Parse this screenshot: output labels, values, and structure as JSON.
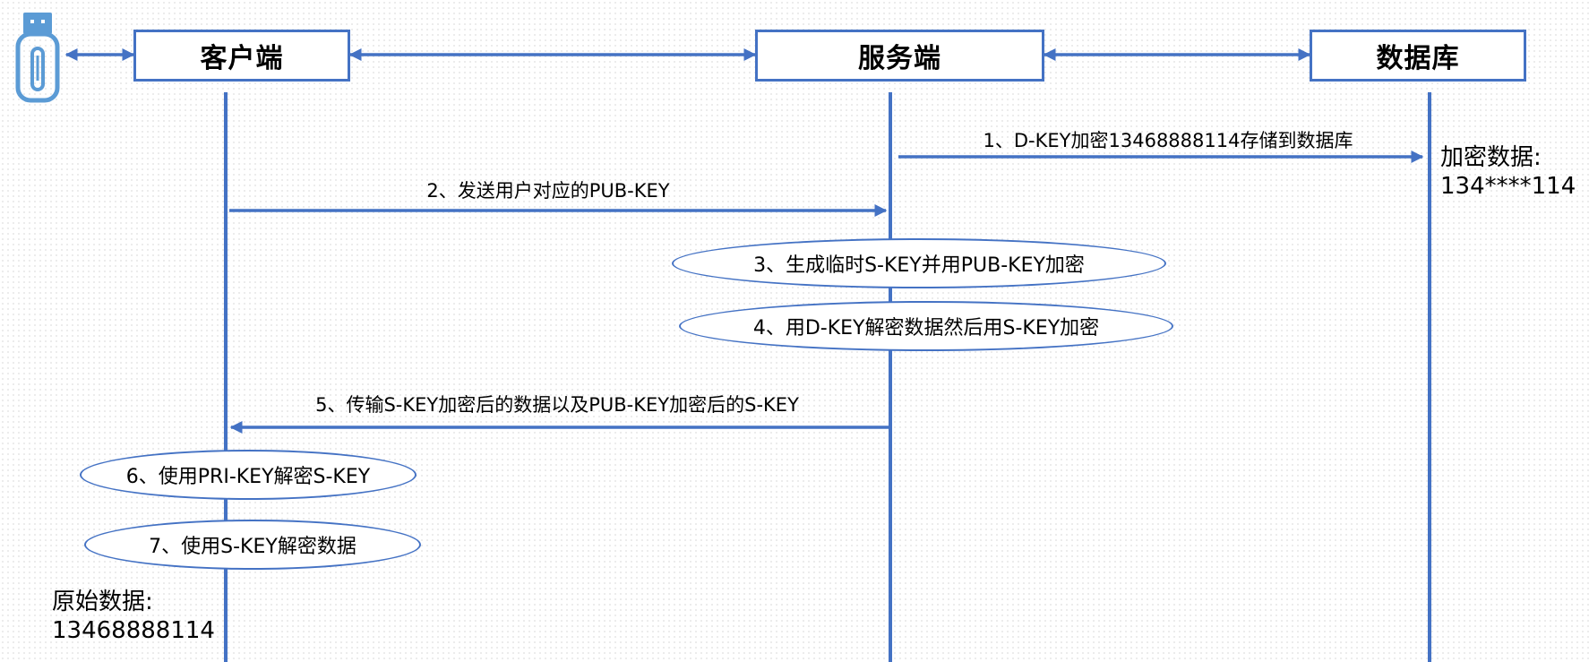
{
  "actors": {
    "client": "客户端",
    "server": "服务端",
    "database": "数据库"
  },
  "messages": {
    "m1": "1、D-KEY加密13468888114存储到数据库",
    "m2": "2、发送用户对应的PUB-KEY",
    "m5": "5、传输S-KEY加密后的数据以及PUB-KEY加密后的S-KEY"
  },
  "steps": {
    "s3": "3、生成临时S-KEY并用PUB-KEY加密",
    "s4": "4、用D-KEY解密数据然后用S-KEY加密",
    "s6": "6、使用PRI-KEY解密S-KEY",
    "s7": "7、使用S-KEY解密数据"
  },
  "notes": {
    "encrypted_title": "加密数据:",
    "encrypted_value": "134****114",
    "original_title": "原始数据:",
    "original_value": "13468888114"
  },
  "icons": {
    "usb_key": "usb-key-icon"
  },
  "colors": {
    "line": "#4472C4",
    "icon": "#5B9BD5"
  }
}
